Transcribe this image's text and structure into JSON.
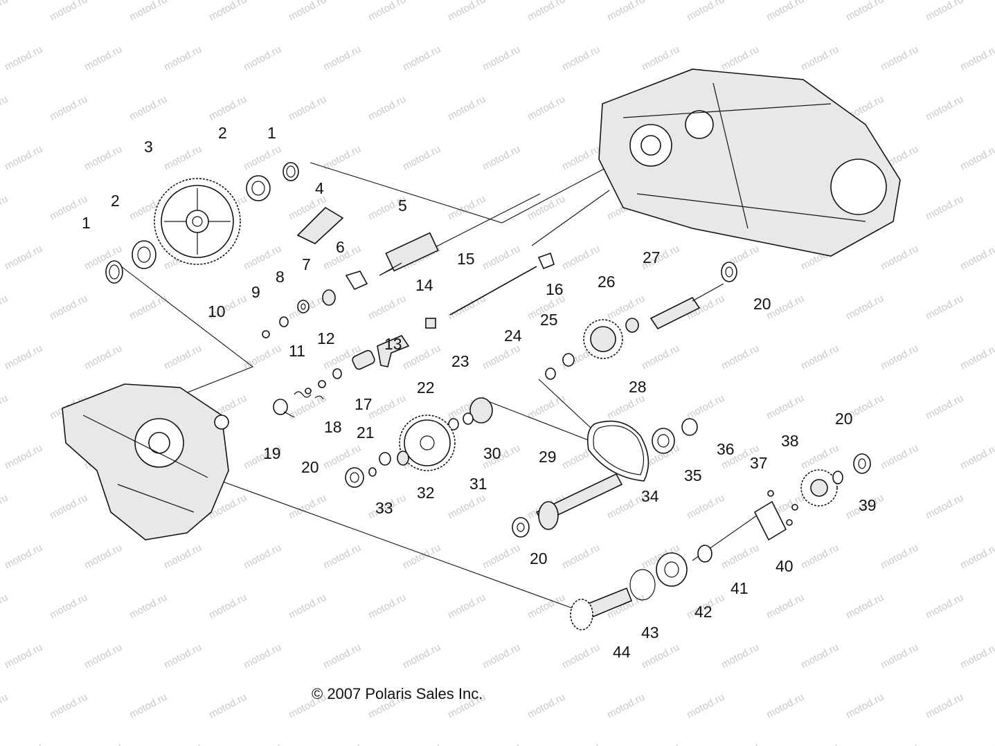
{
  "watermark": "motod.ru",
  "copyright": "© 2007 Polaris Sales Inc.",
  "callouts": [
    "1",
    "2",
    "3",
    "2",
    "1",
    "4",
    "5",
    "6",
    "7",
    "8",
    "9",
    "10",
    "11",
    "12",
    "13",
    "14",
    "15",
    "16",
    "17",
    "18",
    "19",
    "20",
    "21",
    "22",
    "23",
    "24",
    "25",
    "26",
    "27",
    "20",
    "28",
    "29",
    "30",
    "31",
    "32",
    "33",
    "34",
    "35",
    "36",
    "37",
    "38",
    "20",
    "39",
    "20",
    "40",
    "41",
    "42",
    "43",
    "44"
  ]
}
